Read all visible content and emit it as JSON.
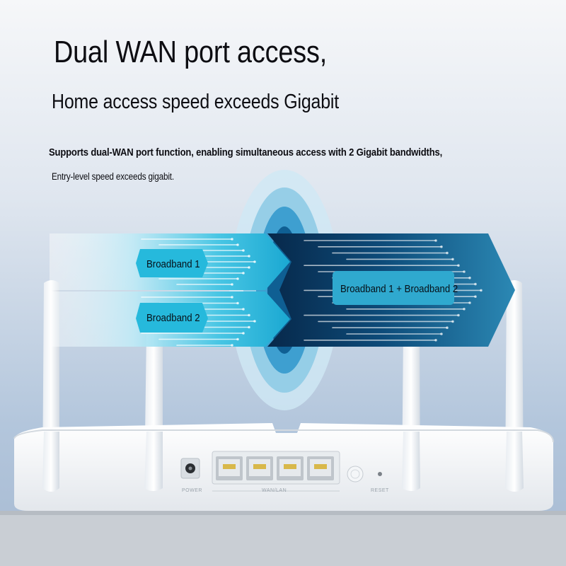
{
  "headline": {
    "title": "Dual WAN port access,",
    "subtitle": "Home access speed exceeds Gigabit",
    "description_line1": "Supports dual-WAN port function, enabling simultaneous access with 2 Gigabit bandwidths,",
    "description_line2": "Entry-level speed exceeds gigabit."
  },
  "diagram": {
    "input_1": "Broadband 1",
    "input_2": "Broadband 2",
    "output": "Broadband 1 + Broadband 2"
  },
  "router": {
    "power_label": "POWER",
    "ports_label": "WAN/LAN",
    "reset_label": "RESET"
  },
  "colors": {
    "background_top": "#f4f6f9",
    "background_bottom": "#a9bdd6",
    "arrow_light": "#5fd3ea",
    "arrow_dark": "#0a3a60",
    "router_body": "#f2f4f6"
  }
}
